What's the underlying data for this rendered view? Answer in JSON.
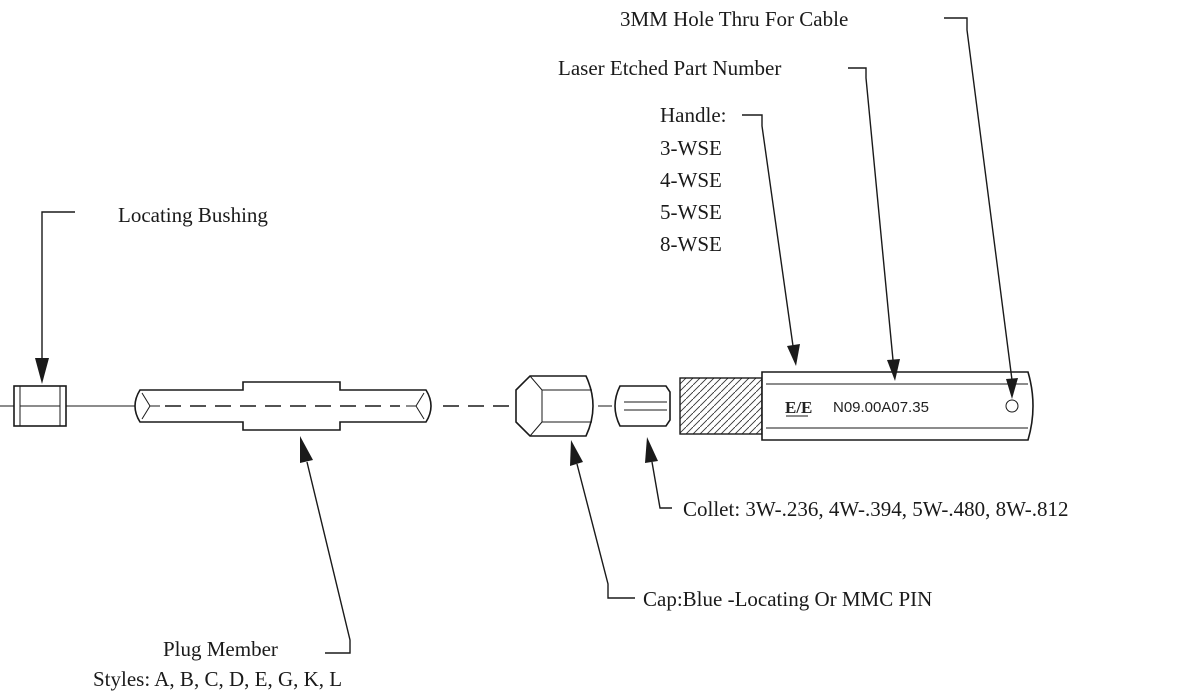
{
  "labels": {
    "hole": "3MM Hole Thru For Cable",
    "part_number": "Laser Etched Part Number",
    "handle_title": "Handle:",
    "handle_models": [
      "3-WSE",
      "4-WSE",
      "5-WSE",
      "8-WSE"
    ],
    "bushing": "Locating Bushing",
    "collet": "Collet: 3W-.236, 4W-.394, 5W-.480, 8W-.812",
    "cap": "Cap:Blue -Locating Or MMC PIN",
    "plug_title": "Plug Member",
    "plug_styles": "Styles: A, B, C, D, E, G, K, L"
  },
  "handle_marking": {
    "logo": "E/E",
    "part_number": "N09.00A07.35"
  }
}
